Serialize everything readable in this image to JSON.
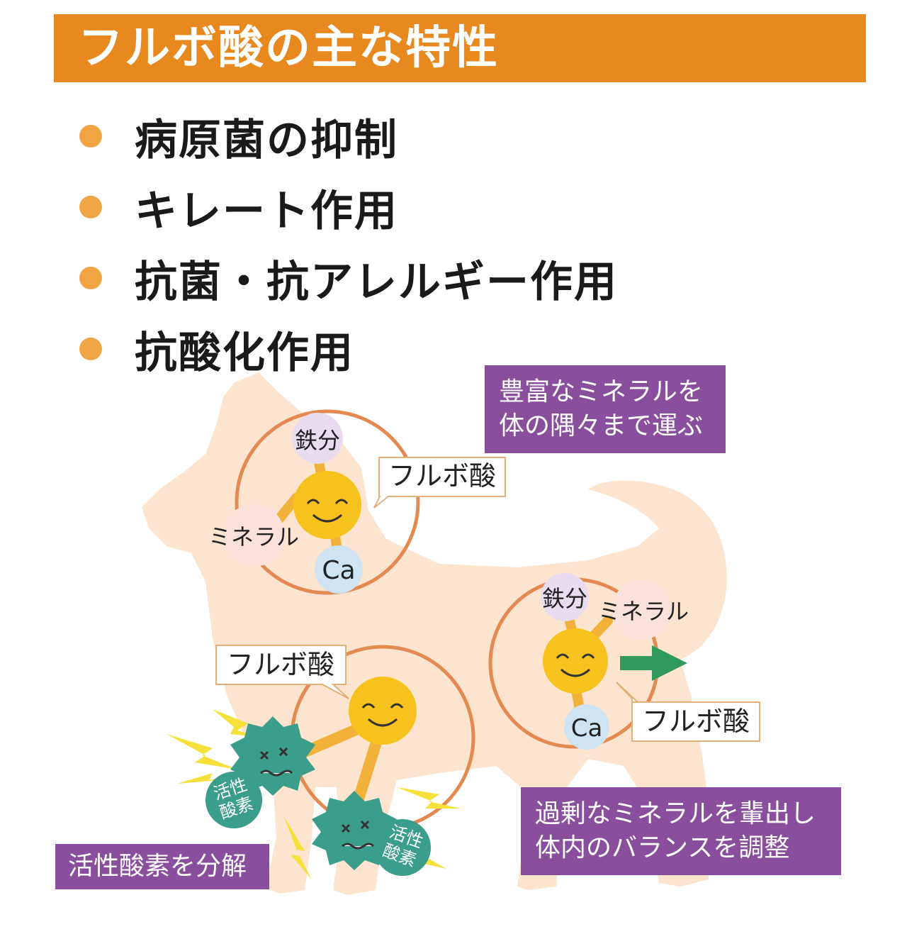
{
  "header": {
    "title": "フルボ酸の主な特性"
  },
  "bullets": [
    {
      "label": "病原菌の抑制"
    },
    {
      "label": "キレート作用"
    },
    {
      "label": "抗菌・抗アレルギー作用"
    },
    {
      "label": "抗酸化作用"
    }
  ],
  "illustration": {
    "callouts": {
      "top": [
        "豊富なミネラルを",
        "体の隅々まで運ぶ"
      ],
      "bottom_left": [
        "活性酸素を分解"
      ],
      "bottom_right": [
        "過剰なミネラルを輩出し",
        "体内のバランスを調整"
      ]
    },
    "circle_neck": {
      "speech": "フルボ酸",
      "particles": {
        "iron": "鉄分",
        "mineral": "ミネラル",
        "calcium": "Ca"
      }
    },
    "circle_belly": {
      "speech": "フルボ酸",
      "radical_label_1": [
        "活性",
        "酸素"
      ],
      "radical_label_2": [
        "活性",
        "酸素"
      ]
    },
    "circle_hind": {
      "speech": "フルボ酸",
      "particles": {
        "iron": "鉄分",
        "mineral": "ミネラル",
        "calcium": "Ca"
      }
    }
  },
  "colors": {
    "accent": "#e8891f",
    "bullet": "#f0a545",
    "callout": "#8a4f9c",
    "dog": "#fde4cf",
    "circle": "#e38a52",
    "smiley": "#f8c21e",
    "radical": "#3a9e8a",
    "arrow": "#2f9a5a",
    "lightning": "#f6e03a"
  }
}
